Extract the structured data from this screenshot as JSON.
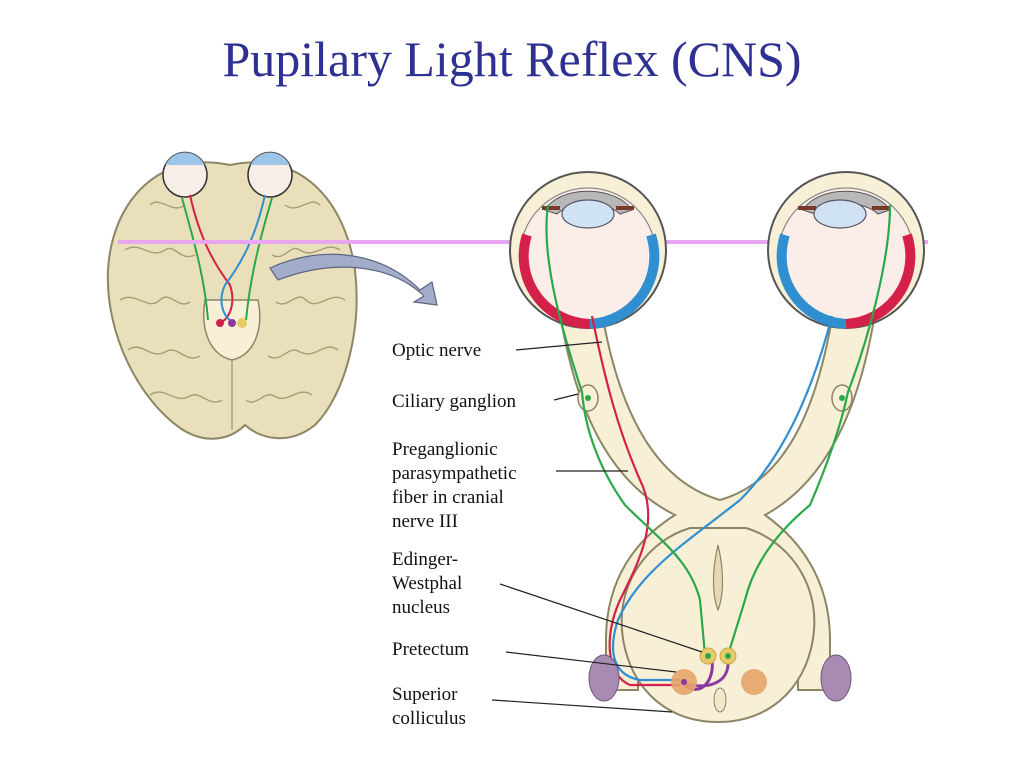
{
  "slide": {
    "title": "Pupilary Light Reflex (CNS)"
  },
  "labels": {
    "optic_nerve": "Optic nerve",
    "ciliary_ganglion": "Ciliary ganglion",
    "preganglionic": [
      "Preganglionic",
      "parasympathetic",
      "fiber in cranial",
      "nerve III"
    ],
    "edinger_westphal": [
      "Edinger-",
      "Westphal",
      "nucleus"
    ],
    "pretectum": "Pretectum",
    "superior_colliculus": [
      "Superior",
      "colliculus"
    ]
  },
  "colors": {
    "title": "#2e3192",
    "tissue": "#f7f0d7",
    "tissue_outline": "#8c8666",
    "brain": "#e9dfba",
    "red_pathway": "#d4214a",
    "blue_pathway": "#2f8fd1",
    "green_pathway": "#2aa84a",
    "purple_pathway": "#8a3a9e",
    "pretectal_nucleus": "#e6a46a",
    "colliculus": "#a78bb3",
    "section_line": "#e7a6ef"
  }
}
